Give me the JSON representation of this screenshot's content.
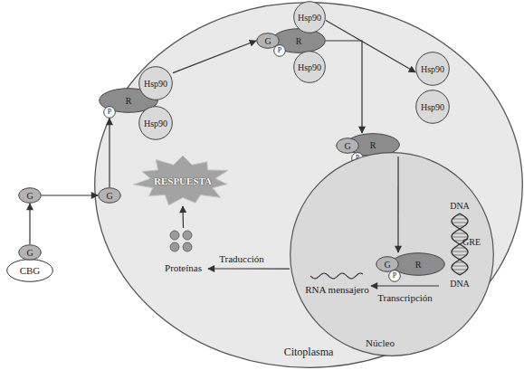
{
  "diagram": {
    "nodes": [
      {
        "text": [
          "Citoplasma"
        ]
      },
      {
        "text": [
          "CBG"
        ]
      },
      {
        "text": [
          "G"
        ]
      },
      {
        "text": [
          "G"
        ]
      },
      {
        "text": [
          "G"
        ],
        "in": 0
      },
      {
        "text": [
          "R"
        ],
        "in": 0
      },
      {
        "text": [
          "P"
        ],
        "in": 0
      },
      {
        "text": [
          "Hsp90"
        ],
        "in": 0
      },
      {
        "text": [
          "Hsp90"
        ],
        "in": 0
      },
      {
        "text": [
          "R"
        ],
        "in": 0
      },
      {
        "text": [
          "G"
        ],
        "in": 0
      },
      {
        "text": [
          "P"
        ],
        "in": 0
      },
      {
        "text": [
          "Hsp90"
        ],
        "in": 0
      },
      {
        "text": [
          "Hsp90"
        ],
        "in": 0
      },
      {
        "text": [
          "Hsp90"
        ],
        "in": 0
      },
      {
        "text": [
          "Hsp90"
        ],
        "in": 0
      },
      {
        "text": [
          "R"
        ],
        "in": 0
      },
      {
        "text": [
          "G"
        ],
        "in": 0
      },
      {
        "text": [
          "P"
        ],
        "in": 0
      },
      {
        "text": [
          "Núcleo"
        ],
        "in": 0
      },
      {
        "text": [
          "R"
        ],
        "in": 19
      },
      {
        "text": [
          "G"
        ],
        "in": 19
      },
      {
        "text": [
          "P"
        ],
        "in": 19
      },
      {
        "text": [
          "DNA",
          "GRE",
          "DNA"
        ],
        "in": 19
      },
      {
        "text": [
          "RNA mensajero"
        ],
        "in": 19
      },
      {
        "text": [
          "Proteínas"
        ],
        "in": 0
      },
      {
        "text": [
          "RESPUESTA"
        ],
        "in": 0
      }
    ],
    "edges": [
      {
        "from": 2,
        "to": 3,
        "arrow": "to"
      },
      {
        "from": 3,
        "to": 4,
        "arrow": "to"
      },
      {
        "from": 4,
        "to": 6,
        "arrow": "to"
      },
      {
        "from": 7,
        "to": 10,
        "arrow": "to"
      },
      {
        "from": 12,
        "to": 14,
        "arrow": "to"
      },
      {
        "from": 9,
        "to": 16,
        "arrow": "to"
      },
      {
        "from": 16,
        "to": 20,
        "arrow": "to"
      },
      {
        "from": 23,
        "to": 24,
        "label": "Transcripción",
        "arrow": "to"
      },
      {
        "from": 19,
        "to": 25,
        "label": "Traducción",
        "arrow": "to"
      },
      {
        "from": 25,
        "to": 26,
        "arrow": "to"
      }
    ]
  }
}
